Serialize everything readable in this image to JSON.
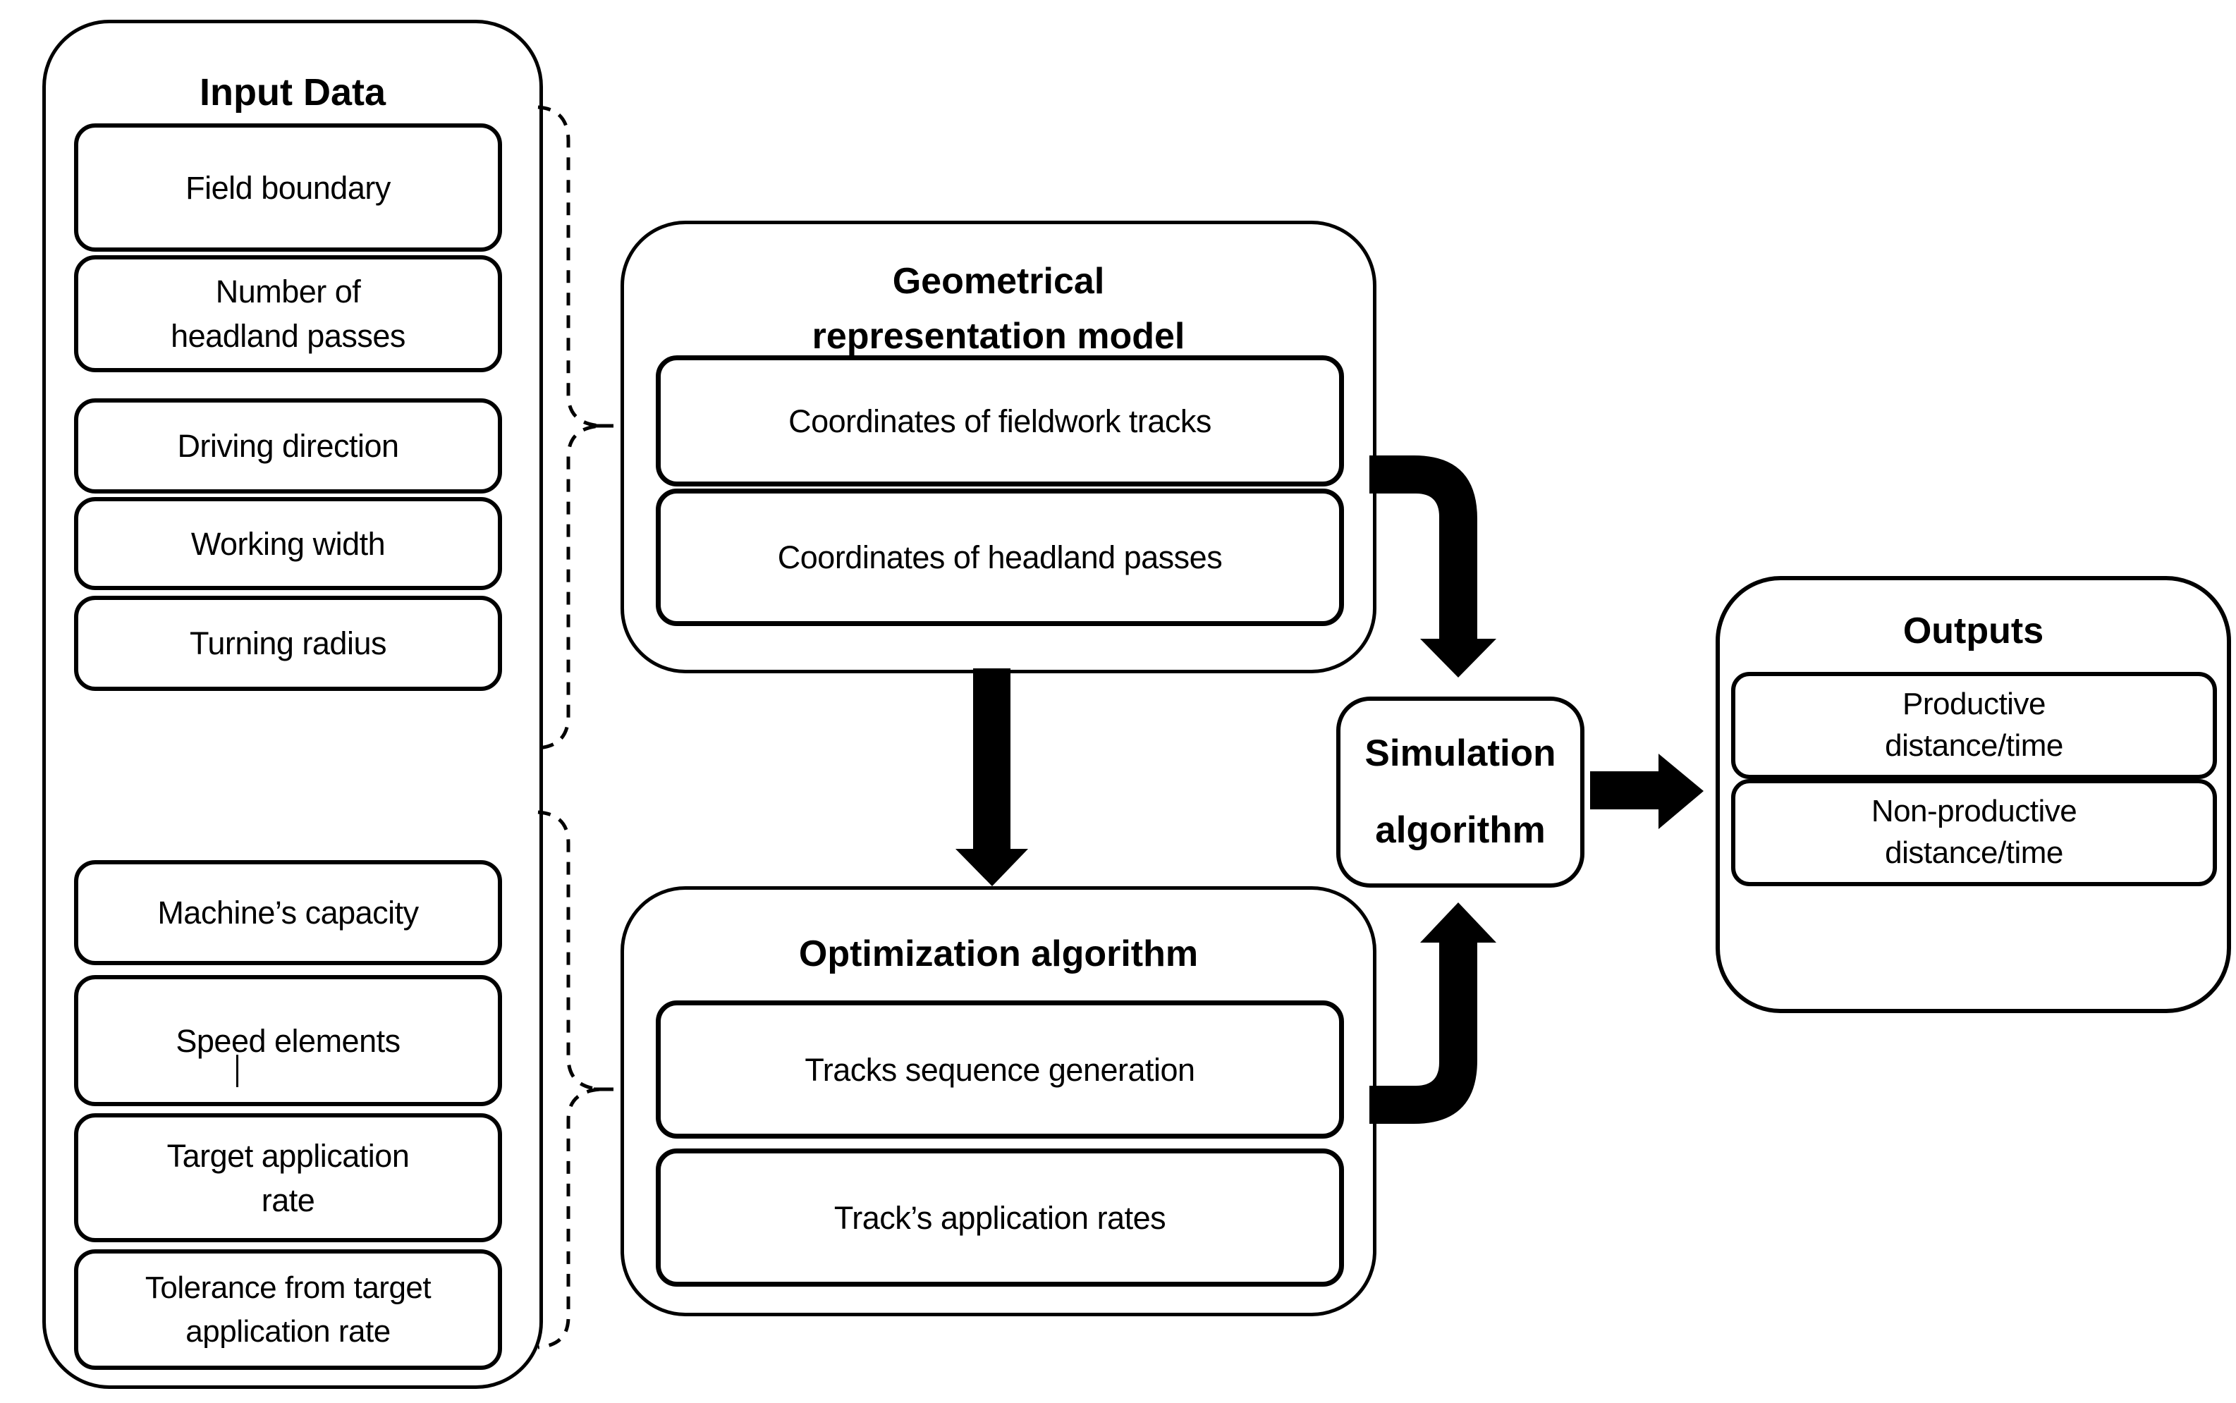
{
  "colors": {
    "ink": "#000000",
    "background": "#ffffff"
  },
  "input_panel": {
    "title": "Input Data",
    "boxes": [
      {
        "line1": "Field boundary"
      },
      {
        "line1": "Number of",
        "line2": "headland passes"
      },
      {
        "line1": "Driving direction"
      },
      {
        "line1": "Working width"
      },
      {
        "line1": "Turning radius"
      },
      {
        "line1": "Machine’s capacity"
      },
      {
        "line1": "Speed elements"
      },
      {
        "line1": "Target application",
        "line2": "rate"
      },
      {
        "line1": "Tolerance from target",
        "line2": "application rate"
      }
    ]
  },
  "geometry_panel": {
    "title_line1": "Geometrical",
    "title_line2": "representation model",
    "boxes": [
      {
        "line1": "Coordinates of fieldwork tracks"
      },
      {
        "line1": "Coordinates of headland passes"
      }
    ]
  },
  "optimization_panel": {
    "title": "Optimization algorithm",
    "boxes": [
      {
        "line1": "Tracks sequence generation"
      },
      {
        "line1": "Track’s application rates"
      }
    ]
  },
  "simulation_box": {
    "line1": "Simulation",
    "line2": "algorithm"
  },
  "outputs_panel": {
    "title": "Outputs",
    "boxes": [
      {
        "line1": "Productive",
        "line2": "distance/time"
      },
      {
        "line1": "Non-productive",
        "line2": "distance/time"
      }
    ]
  },
  "arrows": [
    {
      "name": "model-to-simulation",
      "from": "Geometrical representation model",
      "to": "Simulation algorithm"
    },
    {
      "name": "model-to-optimization",
      "from": "Geometrical representation model",
      "to": "Optimization algorithm"
    },
    {
      "name": "optimization-to-simulation",
      "from": "Optimization algorithm",
      "to": "Simulation algorithm"
    },
    {
      "name": "simulation-to-outputs",
      "from": "Simulation algorithm",
      "to": "Outputs"
    },
    {
      "name": "bracket-geometry-inputs",
      "from": "Input Data (top group)",
      "to": "Geometrical representation model"
    },
    {
      "name": "bracket-optimization-inputs",
      "from": "Input Data (bottom group)",
      "to": "Optimization algorithm"
    }
  ]
}
